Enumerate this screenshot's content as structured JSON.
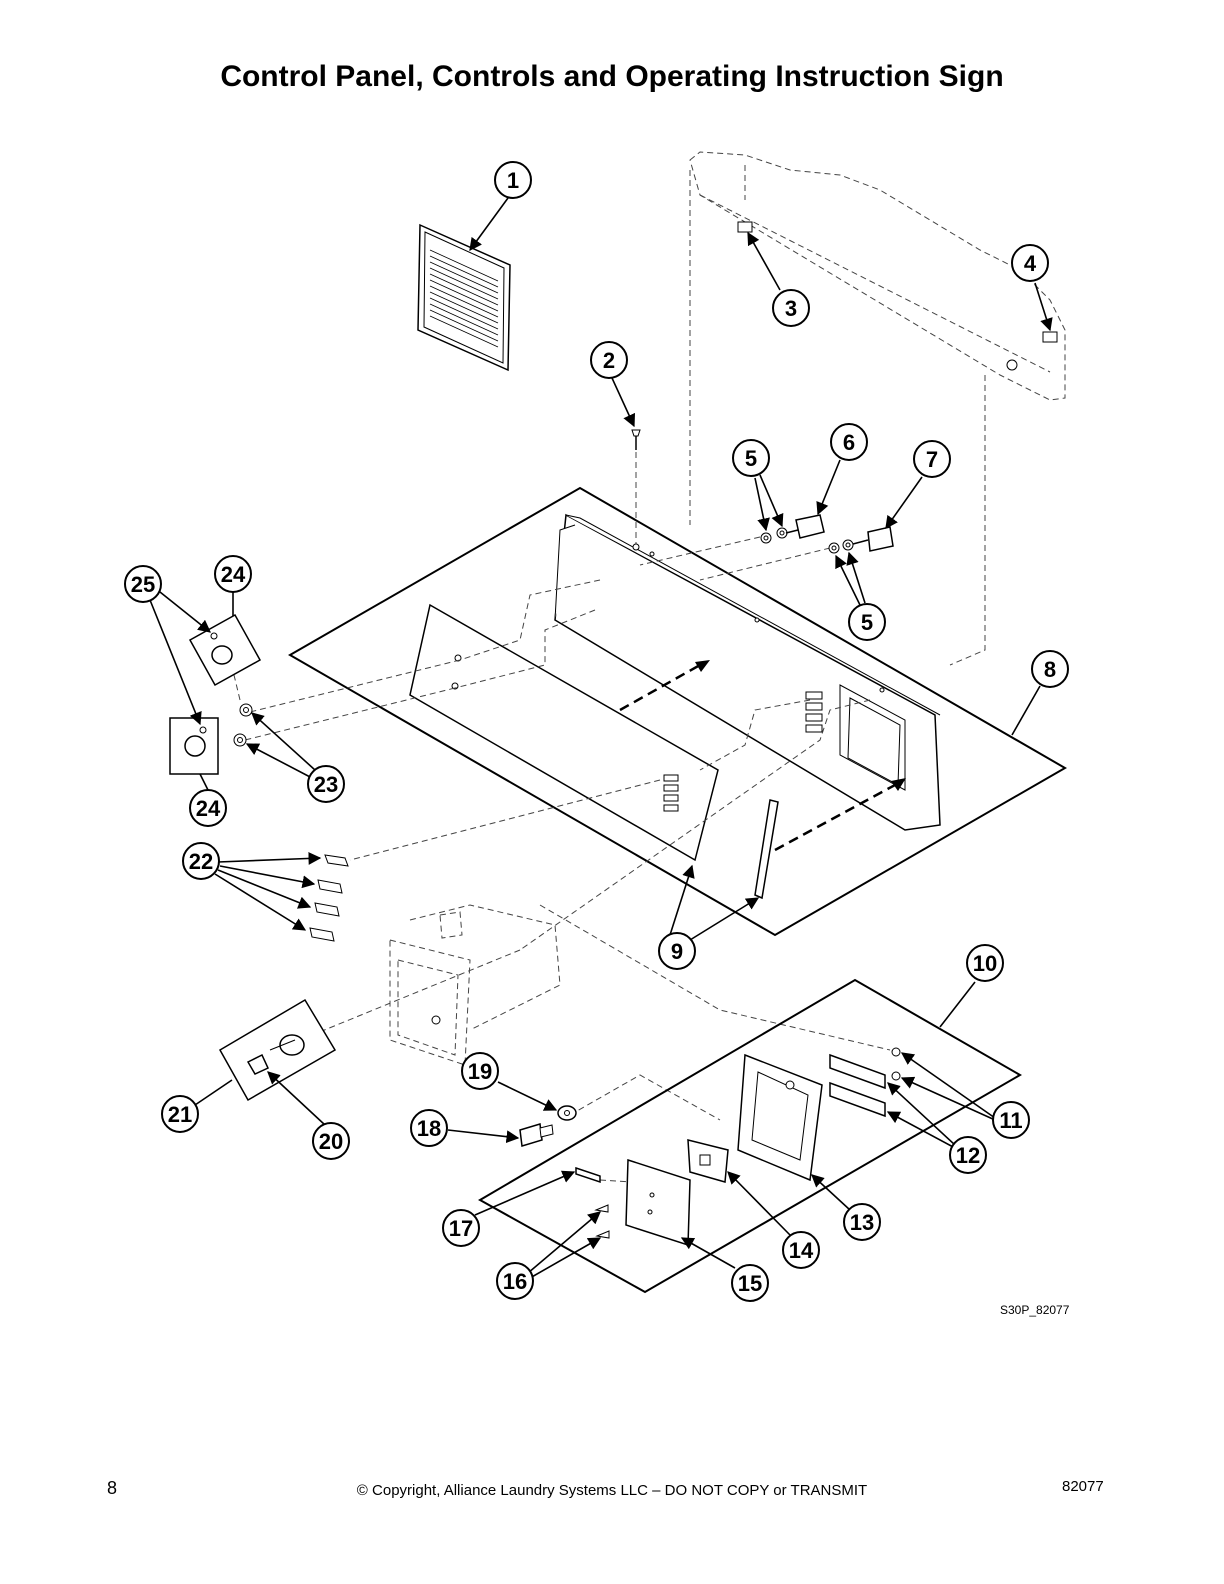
{
  "title": "Control Panel, Controls and Operating Instruction Sign",
  "callouts": {
    "c1": "1",
    "c2": "2",
    "c3": "3",
    "c4": "4",
    "c5a": "5",
    "c5b": "5",
    "c6": "6",
    "c7": "7",
    "c8": "8",
    "c9": "9",
    "c10": "10",
    "c11": "11",
    "c12": "12",
    "c13": "13",
    "c14": "14",
    "c15": "15",
    "c16": "16",
    "c17": "17",
    "c18": "18",
    "c19": "19",
    "c20": "20",
    "c21": "21",
    "c22": "22",
    "c23": "23",
    "c24a": "24",
    "c24b": "24",
    "c25": "25"
  },
  "drawing_code": "S30P_82077",
  "footer": {
    "page_number": "8",
    "copyright": "© Copyright, Alliance Laundry Systems LLC – DO NOT COPY or TRANSMIT",
    "doc_number": "82077"
  }
}
